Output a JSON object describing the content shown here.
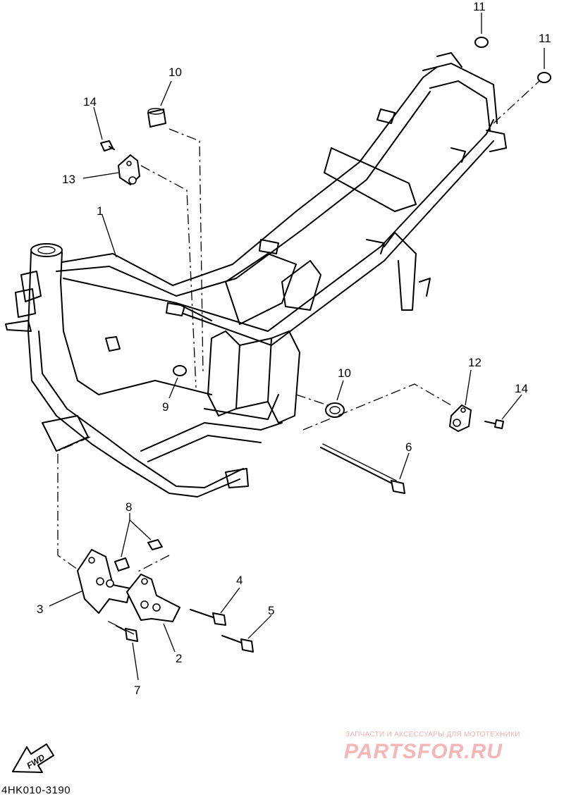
{
  "callouts": {
    "c1": "1",
    "c2": "2",
    "c3": "3",
    "c4": "4",
    "c5": "5",
    "c6": "6",
    "c7": "7",
    "c8": "8",
    "c9": "9",
    "c10a": "10",
    "c10b": "10",
    "c11a": "11",
    "c11b": "11",
    "c12": "12",
    "c13": "13",
    "c14a": "14",
    "c14b": "14"
  },
  "fwd_label": "FWD",
  "diagram_code": "4HK010-3190",
  "watermark": {
    "subtitle": "ЗАПЧАСТИ И АКСЕССУАРЫ ДЛЯ МОТОТЕХНИКИ",
    "brand": "PARTSFOR.RU"
  }
}
